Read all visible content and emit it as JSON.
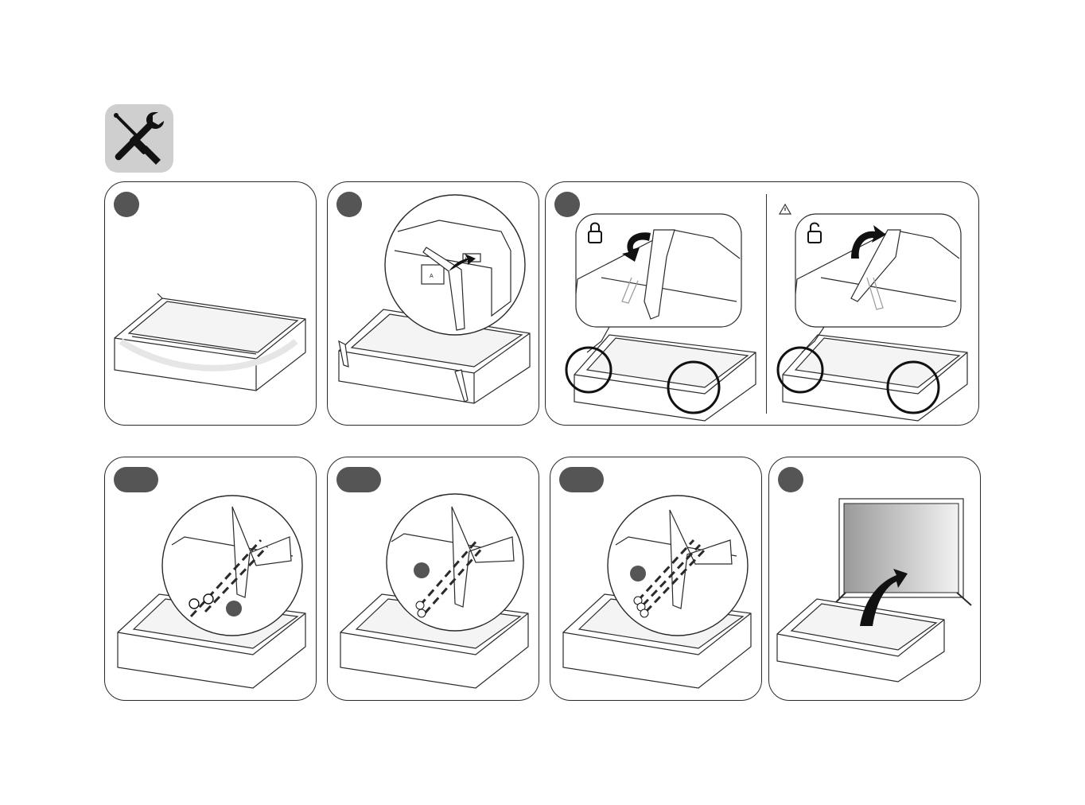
{
  "header": {
    "icon": "tools-icon"
  },
  "colors": {
    "line": "#2a2a2a",
    "badge": "#555555",
    "icon_bg": "#cfcfcf",
    "arrow": "#111111",
    "screen_gradient": [
      "#9a9a9a",
      "#f2f2f2"
    ]
  },
  "steps": [
    {
      "id": "step-1",
      "badge": "round",
      "label": ""
    },
    {
      "id": "step-2",
      "badge": "round",
      "label": "",
      "callout_label": "A",
      "part_label": "A"
    },
    {
      "id": "step-3",
      "badge": "round",
      "label": "",
      "sub_a_icon": "lock-icon",
      "sub_b_icon": "unlock-icon",
      "warning_icon": "warning-icon"
    },
    {
      "id": "step-4",
      "badge": "pill",
      "label": ""
    },
    {
      "id": "step-5",
      "badge": "pill",
      "label": ""
    },
    {
      "id": "step-6",
      "badge": "pill",
      "label": ""
    },
    {
      "id": "step-7",
      "badge": "round",
      "label": ""
    }
  ]
}
